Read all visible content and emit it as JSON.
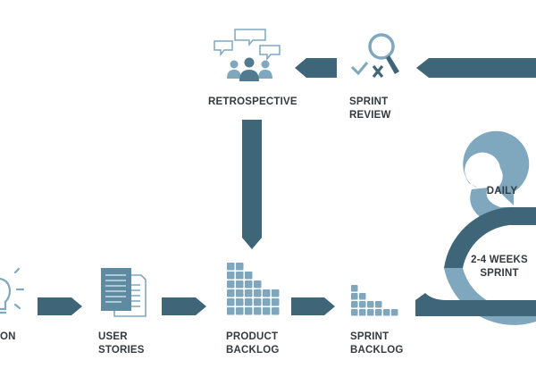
{
  "stages": {
    "idea": {
      "line1": "ON",
      "icon": "lightbulb-icon"
    },
    "user_stories": {
      "line1": "USER",
      "line2": "STORIES",
      "icon": "documents-icon"
    },
    "product_backlog": {
      "line1": "PRODUCT",
      "line2": "BACKLOG",
      "icon": "stacked-blocks-icon"
    },
    "sprint_backlog": {
      "line1": "SPRINT",
      "line2": "BACKLOG",
      "icon": "stacked-blocks-icon"
    },
    "sprint_review": {
      "line1": "SPRINT",
      "line2": "REVIEW",
      "icon": "magnifier-check-cross-icon"
    },
    "retrospective": {
      "line1": "RETROSPECTIVE",
      "icon": "team-chat-icon"
    }
  },
  "loop": {
    "daily": "DAILY",
    "sprint_line1": "2-4 WEEKS",
    "sprint_line2": "SPRINT"
  },
  "colors": {
    "dark": "#3f6678",
    "light": "#7fa8bf",
    "block": "#7ea7bd",
    "text": "#333a40"
  }
}
